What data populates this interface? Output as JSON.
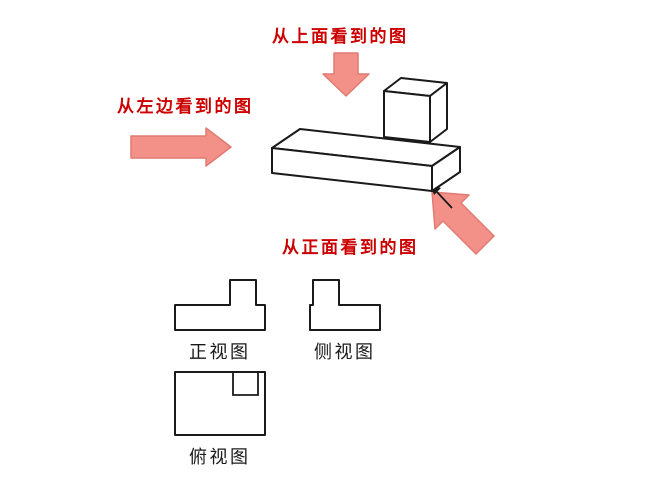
{
  "colors": {
    "background": "#ffffff",
    "line": "#1a1a1a",
    "arrow_fill": "#f39189",
    "arrow_stroke": "#e07a72",
    "label_red": "#cc0000",
    "label_black": "#1a1a1a"
  },
  "annotations": {
    "from_top": "从上面看到的图",
    "from_left": "从左边看到的图",
    "from_front": "从正面看到的图"
  },
  "view_labels": {
    "front": "正视图",
    "side": "侧视图",
    "top": "俯视图"
  },
  "icons": {
    "top": "down-arrow",
    "left": "right-arrow",
    "front": "up-left-arrow"
  }
}
